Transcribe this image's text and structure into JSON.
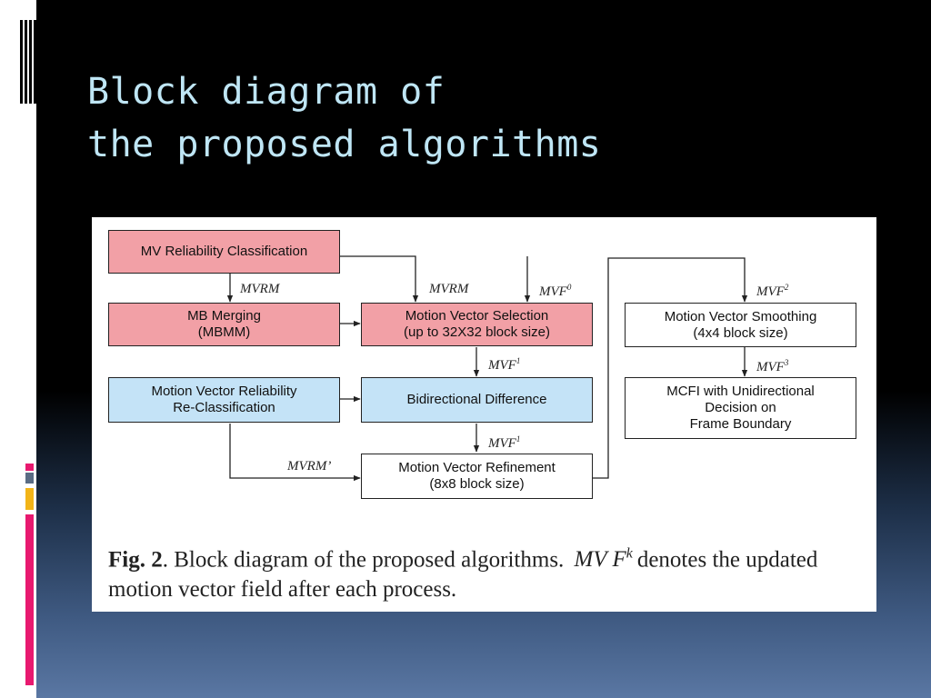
{
  "slide": {
    "title_line1": "Block diagram of",
    "title_line2": "the proposed algorithms",
    "accent_colors": [
      "#e8196f",
      "#5a6c84",
      "#f2b418"
    ]
  },
  "diagram": {
    "nodes": {
      "mv_reliability_classification": "MV Reliability Classification",
      "mb_merging": "MB Merging\n(MBMM)",
      "motion_vector_selection": "Motion Vector Selection\n(up to 32X32 block size)",
      "mv_reliability_reclassification": "Motion Vector Reliability\nRe-Classification",
      "bidirectional_difference": "Bidirectional Difference",
      "motion_vector_refinement": "Motion Vector Refinement\n(8x8 block size)",
      "motion_vector_smoothing": "Motion Vector Smoothing\n(4x4 block size)",
      "mcfi": "MCFI with Unidirectional\nDecision on\nFrame Boundary"
    },
    "edge_labels": {
      "mvrm_left": "MVRM",
      "mvrm_center": "MVRM",
      "mvf0_base": "MVF",
      "mvf0_sup": "0",
      "mvf1a_base": "MVF",
      "mvf1a_sup": "1",
      "mvf1b_base": "MVF",
      "mvf1b_sup": "1",
      "mvrm_prime": "MVRM’",
      "mvf2_base": "MVF",
      "mvf2_sup": "2",
      "mvf3_base": "MVF",
      "mvf3_sup": "3"
    },
    "colors": {
      "red_fill": "#f2a0a6",
      "blue_fill": "#c4e3f7",
      "line": "#222222"
    }
  },
  "caption": {
    "fig_label": "Fig. 2",
    "text_before": ". Block diagram of the proposed algorithms.",
    "math_base": "MV F",
    "math_sup": "k",
    "text_after": "denotes the updated motion vector field after each process."
  }
}
